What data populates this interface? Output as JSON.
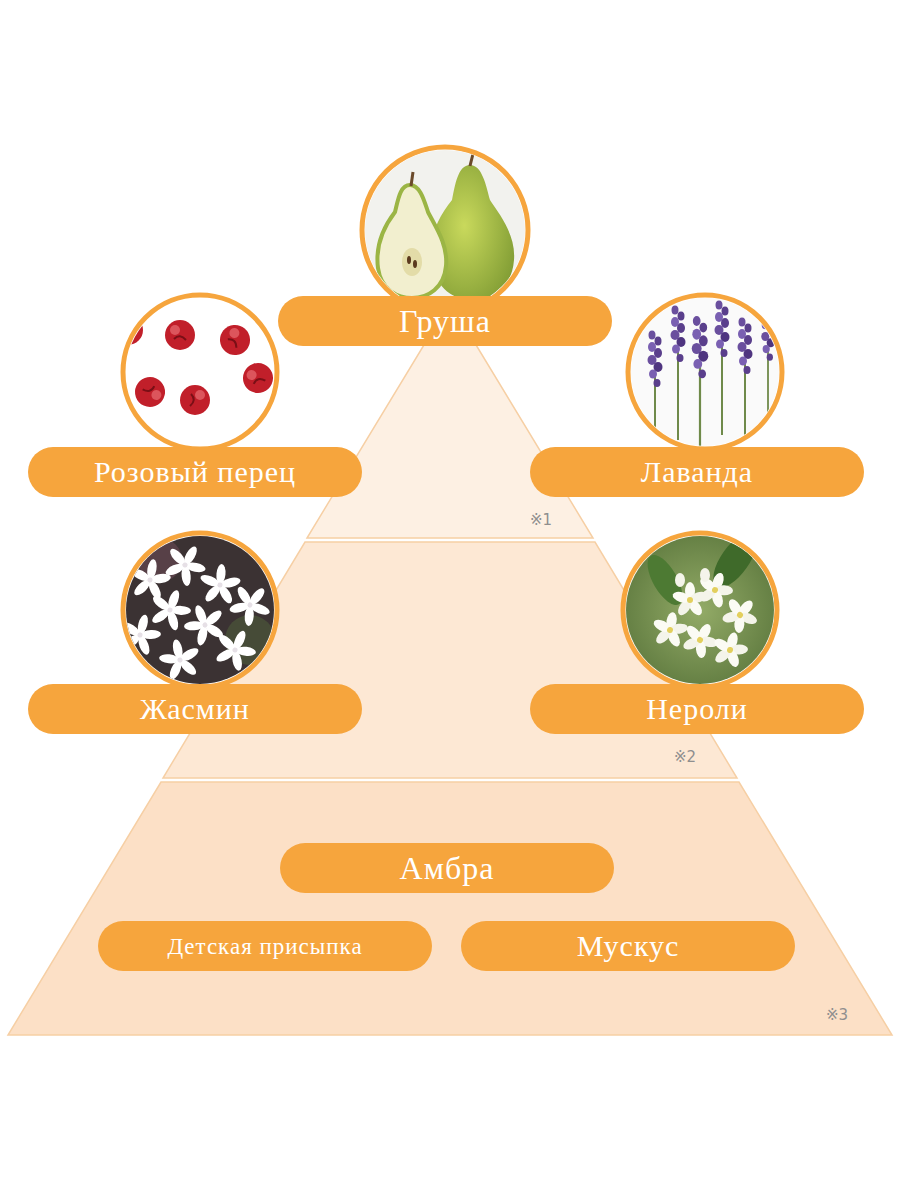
{
  "diagram": {
    "nodes": [
      {
        "text": [
          "Груша"
        ]
      },
      {
        "text": [
          "Розовый перец"
        ]
      },
      {
        "text": [
          "Лаванда"
        ]
      },
      {
        "text": [
          "Жасмин"
        ]
      },
      {
        "text": [
          "Нероли"
        ]
      },
      {
        "text": [
          "Амбра"
        ]
      },
      {
        "text": [
          "Детская присыпка"
        ]
      },
      {
        "text": [
          "Мускус"
        ]
      }
    ],
    "labels": [
      "※1",
      "※2",
      "※3"
    ]
  }
}
